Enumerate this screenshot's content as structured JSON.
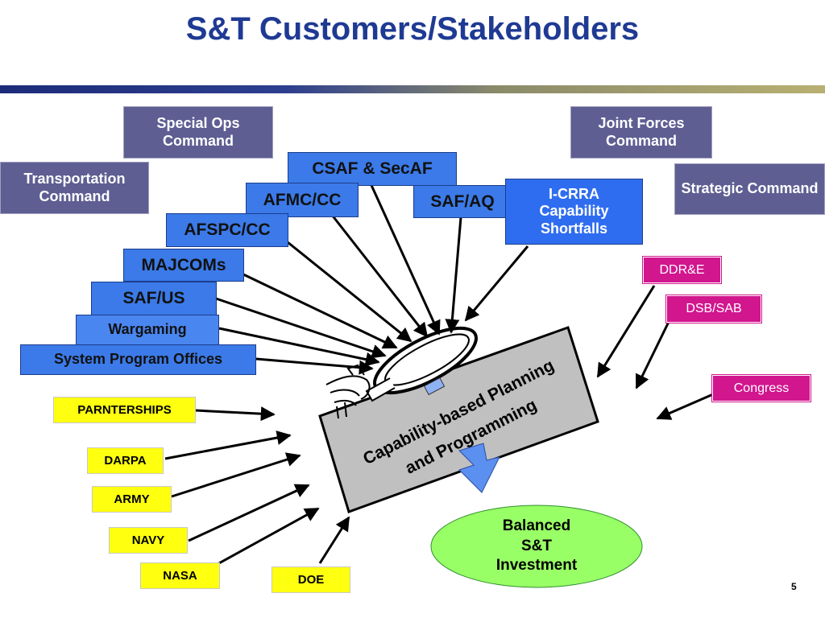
{
  "title": "S&T Customers/Stakeholders",
  "page_number": "5",
  "boxes": {
    "special_ops": "Special Ops Command",
    "joint_forces": "Joint Forces Command",
    "transportation": "Transportation Command",
    "strategic": "Strategic Command",
    "csaf": "CSAF & SecAF",
    "afmc": "AFMC/CC",
    "saf_aq": "SAF/AQ",
    "icrra": "I-CRRA Capability Shortfalls",
    "afspc": "AFSPC/CC",
    "majcoms": "MAJCOMs",
    "saf_us": "SAF/US",
    "wargaming": "Wargaming",
    "spo": "System Program Offices",
    "ddre": "DDR&E",
    "dsb_sab": "DSB/SAB",
    "congress": "Congress",
    "partnerships": "PARNTERSHIPS",
    "darpa": "DARPA",
    "army": "ARMY",
    "navy": "NAVY",
    "nasa": "NASA",
    "doe": "DOE"
  },
  "center": {
    "cbp_line1": "Capability-based Planning",
    "cbp_line2": "and Programming",
    "balanced": "Balanced S&T Investment"
  },
  "icons": [
    "magnifying-glass-icon",
    "hand-icon"
  ],
  "colors": {
    "title": "#1f3a93",
    "command_box": "#5e5e93",
    "af_box": "#3b7ae8",
    "pink_box": "#d1168e",
    "yellow_box": "#ffff10",
    "balanced_ellipse": "#99ff66",
    "cbp_box": "#c0c0c0"
  }
}
